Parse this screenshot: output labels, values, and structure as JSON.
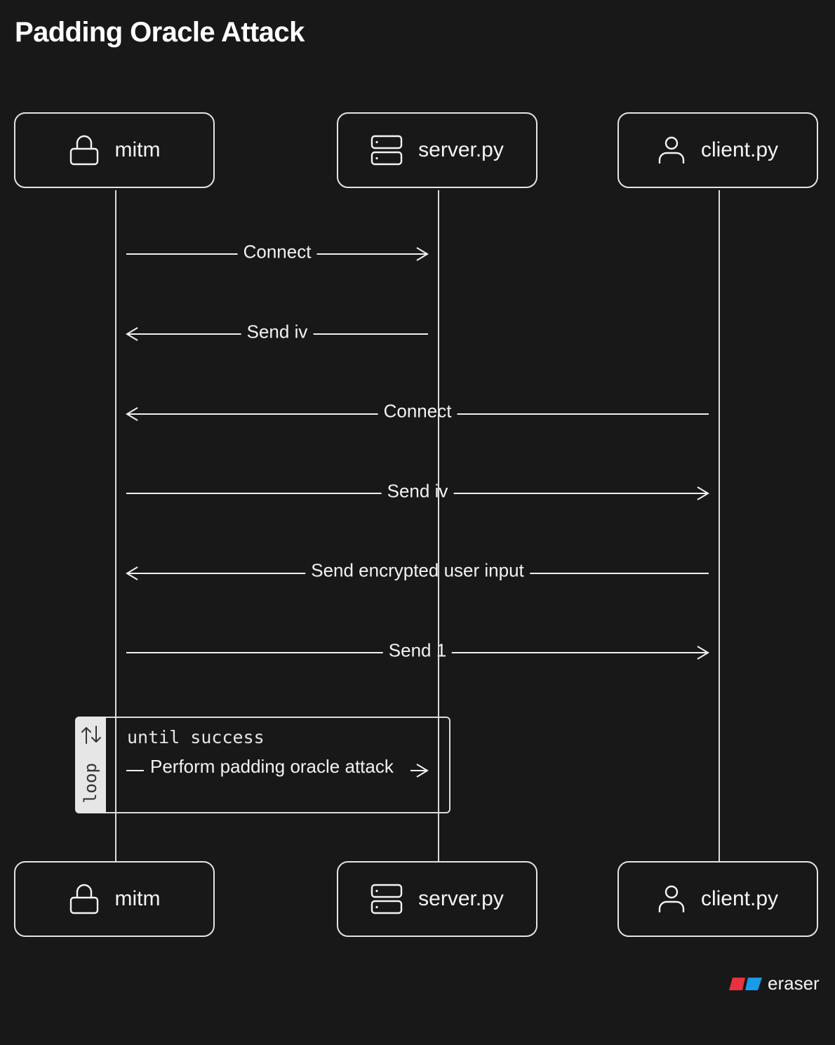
{
  "title": "Padding Oracle Attack",
  "participants": [
    {
      "name": "mitm",
      "icon": "lock-icon"
    },
    {
      "name": "server.py",
      "icon": "server-icon"
    },
    {
      "name": "client.py",
      "icon": "user-icon"
    }
  ],
  "messages": [
    {
      "label": "Connect",
      "from": "mitm",
      "to": "server.py"
    },
    {
      "label": "Send iv",
      "from": "server.py",
      "to": "mitm"
    },
    {
      "label": "Connect",
      "from": "client.py",
      "to": "mitm"
    },
    {
      "label": "Send iv",
      "from": "mitm",
      "to": "client.py"
    },
    {
      "label": "Send encrypted user input",
      "from": "client.py",
      "to": "mitm"
    },
    {
      "label": "Send 1",
      "from": "mitm",
      "to": "client.py"
    }
  ],
  "loop": {
    "tag": "loop",
    "condition": "until success",
    "message": {
      "label": "Perform padding oracle attack",
      "from": "mitm",
      "to": "server.py"
    }
  },
  "brand": {
    "name": "eraser",
    "colors": [
      "#e8323f",
      "#1a9be8"
    ]
  },
  "colors": {
    "background": "#181818",
    "line": "#e4e4e4",
    "text": "#f2f2f2"
  }
}
